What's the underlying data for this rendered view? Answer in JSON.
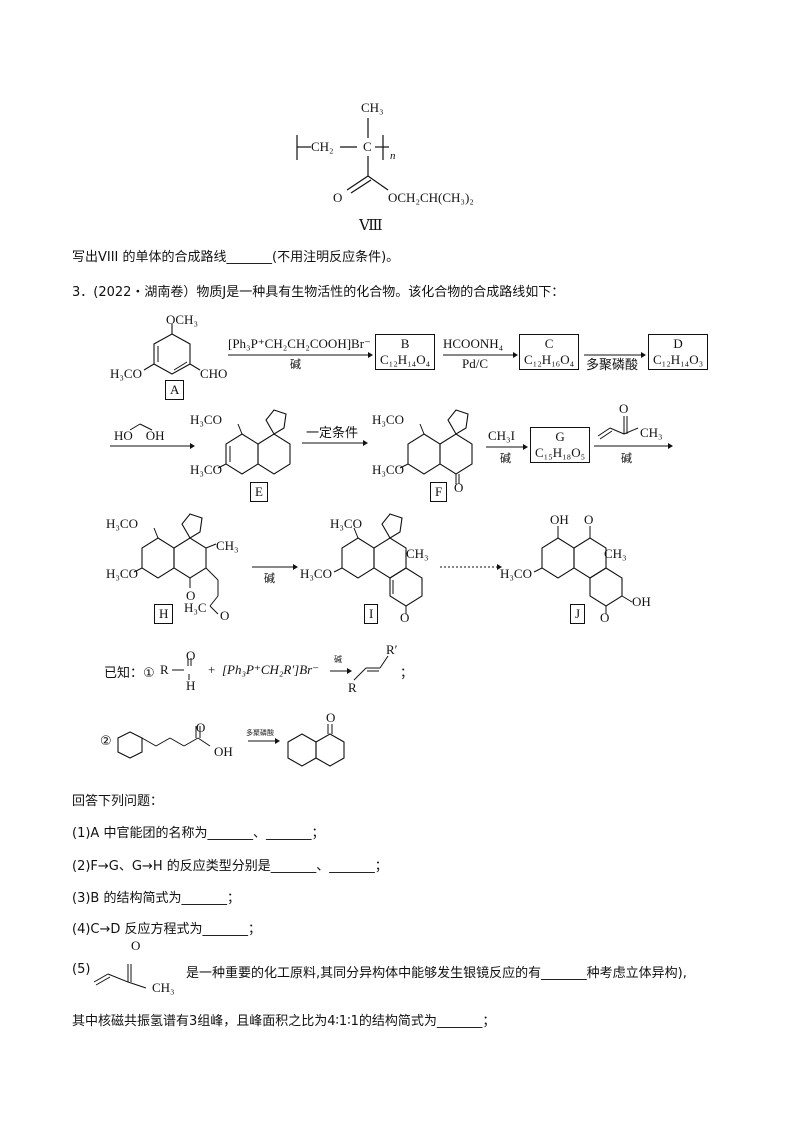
{
  "polymer": {
    "ch3_top": "CH₃",
    "repeat_left": "CH₂",
    "carbon": "C",
    "n_label": "n",
    "o_label": "O",
    "ester_group": "OCH₂CH(CH₃)₂",
    "roman_label": "Ⅷ"
  },
  "question_viii": "写出VIII 的单体的合成路线_______(不用注明反应条件)。",
  "problem3_intro": "3．(2022・湖南卷）物质J是一种具有生物活性的化合物。该化合物的合成路线如下：",
  "scheme": {
    "A": {
      "label": "A",
      "och3_top": "OCH₃",
      "h3co": "H₃CO",
      "cho": "CHO"
    },
    "reagent1_top": "[Ph₃P⁺CH₂CH₂COOH]Br⁻",
    "reagent1_bottom": "碱",
    "B": {
      "label": "B",
      "formula": "C₁₂H₁₄O₄"
    },
    "reagent2_top": "HCOONH₄",
    "reagent2_bottom": "Pd/C",
    "C": {
      "label": "C",
      "formula": "C₁₂H₁₆O₄"
    },
    "reagent3": "多聚磷酸",
    "D": {
      "label": "D",
      "formula": "C₁₂H₁₄O₃"
    },
    "diol": "HO    OH",
    "E": {
      "label": "E",
      "h3co_top": "H₃CO",
      "h3co_bottom": "H₃CO"
    },
    "reagent4": "一定条件",
    "F": {
      "label": "F",
      "h3co_top": "H₃CO",
      "h3co_bottom": "H₃CO",
      "o": "O"
    },
    "reagent5_top": "CH₃I",
    "reagent5_bottom": "碱",
    "G": {
      "label": "G",
      "formula": "C₁₅H₁₈O₅"
    },
    "reagent6_bottom": "碱",
    "reagent6_o": "O",
    "reagent6_ch3": "CH₃",
    "H": {
      "label": "H",
      "h3co_top": "H₃CO",
      "h3co_bottom": "H₃CO",
      "ch3": "CH₃",
      "o": "O",
      "h3c": "H₃C",
      "o2": "O"
    },
    "reagent7": "碱",
    "I": {
      "label": "I",
      "h3co_top": "H₃CO",
      "h3co_bottom": "H₃CO",
      "ch3": "CH₃",
      "o": "O"
    },
    "J": {
      "label": "J",
      "oh1": "OH",
      "o1": "O",
      "ch3": "CH₃",
      "h3co": "H₃CO",
      "o2": "O",
      "oh2": "OH"
    }
  },
  "known": {
    "prefix": "已知：①",
    "r": "R",
    "o": "O",
    "h": "H",
    "plus": "+",
    "reagent": "[Ph₃P⁺CH₂R′]Br⁻",
    "arrow_label": "碱",
    "rprime": "R′",
    "r2": "R",
    "semicolon": "；",
    "item2": "②",
    "oh": "OH",
    "o2": "O",
    "arrow2_label": "多聚磷酸",
    "o3": "O"
  },
  "questions_heading": "回答下列问题：",
  "q1": "(1)A 中官能团的名称为_______、_______；",
  "q2": "(2)F→G、G→H 的反应类型分别是_______、_______；",
  "q3": "(3)B 的结构简式为_______；",
  "q4": "(4)C→D 反应方程式为_______；",
  "q5_prefix": "(5)",
  "q5_o": "O",
  "q5_ch3": "CH₃",
  "q5_text": "是一种重要的化工原料,其同分异构体中能够发生银镜反应的有_______种考虑立体异构),",
  "q5_text2": "其中核磁共振氢谱有3组峰，且峰面积之比为4∶1∶1的结构简式为_______；"
}
